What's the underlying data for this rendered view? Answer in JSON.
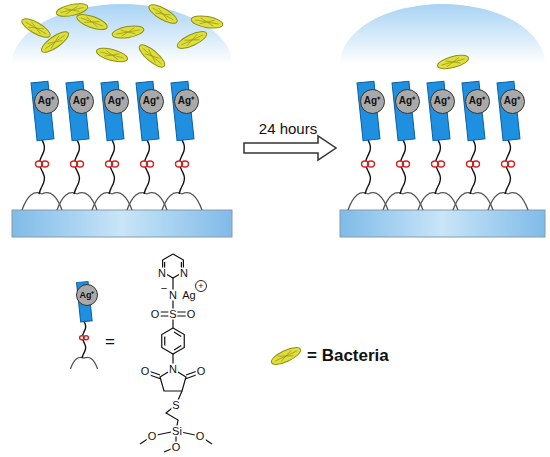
{
  "diagram": {
    "nodes": [
      {
        "text": [
          "Ag⁺"
        ]
      },
      {
        "text": [
          "Ag⁺"
        ]
      },
      {
        "text": [
          "Ag⁺"
        ]
      },
      {
        "text": [
          "Ag⁺"
        ]
      },
      {
        "text": [
          "Ag⁺"
        ]
      },
      {
        "text": [
          "Ag⁺"
        ]
      },
      {
        "text": [
          "Ag⁺"
        ]
      },
      {
        "text": [
          "Ag⁺"
        ]
      },
      {
        "text": [
          "Ag⁺"
        ]
      },
      {
        "text": [
          "Ag⁺"
        ]
      },
      {
        "text": [
          "Ag⁺"
        ]
      }
    ],
    "labels": [
      "24 hours",
      "=",
      "N",
      "N",
      "N",
      "−",
      "Ag",
      "+",
      "O",
      "S",
      "O",
      "N",
      "O",
      "O",
      "S",
      "Si",
      "O",
      "O",
      "O"
    ],
    "legend": [
      {
        "text": "= Bacteria"
      }
    ]
  }
}
